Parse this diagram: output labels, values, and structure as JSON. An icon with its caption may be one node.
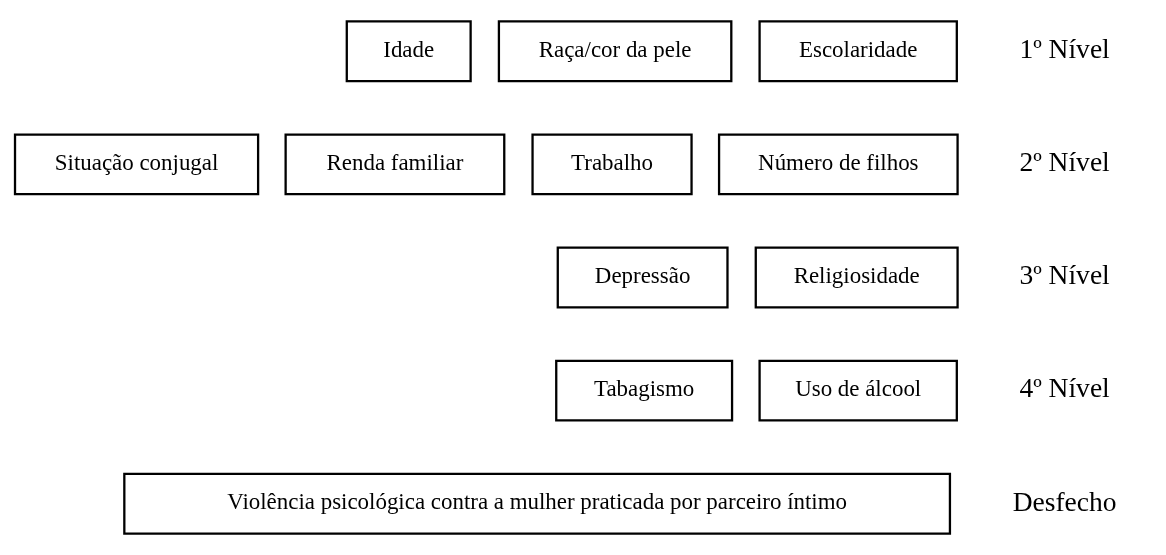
{
  "diagram": {
    "nodes": [
      {
        "text": [
          "Idade"
        ]
      },
      {
        "text": [
          "Raça/cor da pele"
        ]
      },
      {
        "text": [
          "Escolaridade"
        ]
      },
      {
        "text": [
          "Situação conjugal"
        ]
      },
      {
        "text": [
          "Renda familiar"
        ]
      },
      {
        "text": [
          "Trabalho"
        ]
      },
      {
        "text": [
          "Número de filhos"
        ]
      },
      {
        "text": [
          "Depressão"
        ]
      },
      {
        "text": [
          "Religiosidade"
        ]
      },
      {
        "text": [
          "Tabagismo"
        ]
      },
      {
        "text": [
          "Uso de álcool"
        ]
      },
      {
        "text": [
          "Violência psicológica contra a mulher praticada por parceiro íntimo"
        ]
      }
    ],
    "edges": [],
    "labels": [
      "1º Nível",
      "2º Nível",
      "3º Nível",
      "4º Nível",
      "Desfecho"
    ]
  }
}
